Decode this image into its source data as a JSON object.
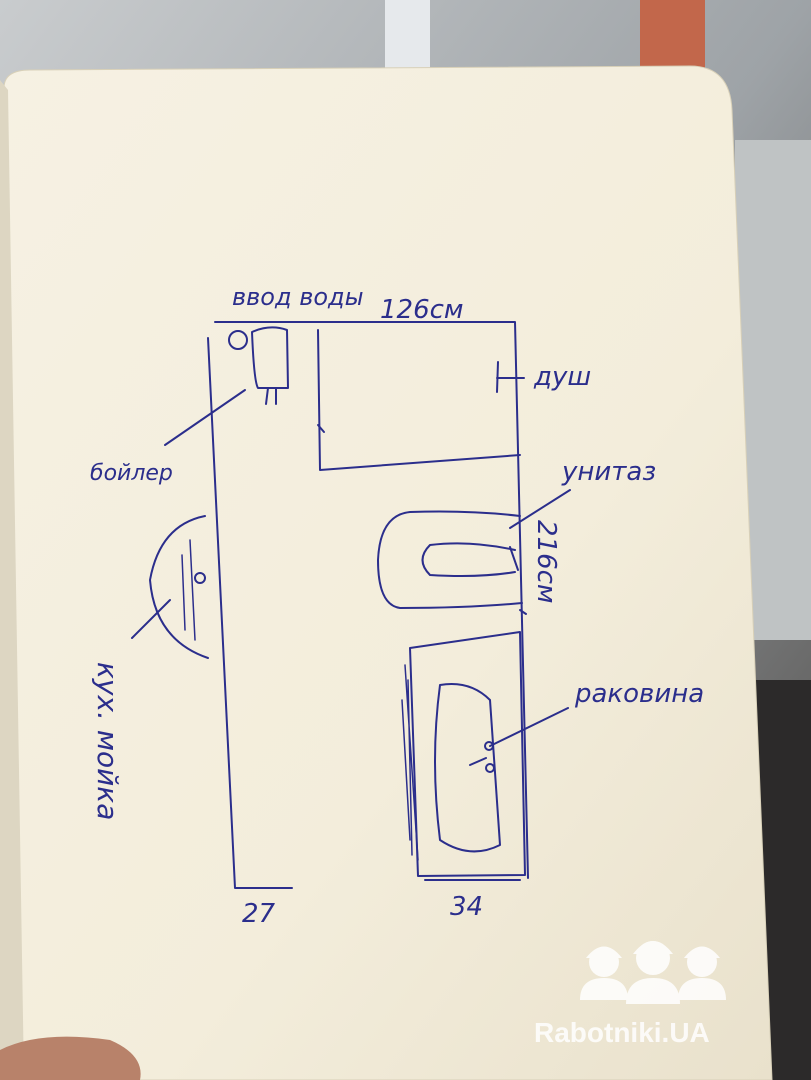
{
  "sketch": {
    "labels": {
      "water_inlet": "ввод воды",
      "top_width": "126см",
      "shower": "душ",
      "boiler": "бойлер",
      "toilet": "унитаз",
      "side_length": "216см",
      "sink": "раковина",
      "kitchen_sink": "кух. мойка",
      "bottom_left": "27",
      "bottom_right": "34"
    }
  },
  "watermark": {
    "text": "Rabotniki.UA",
    "logo_icon": "three-workers-helmets-icon"
  },
  "colors": {
    "ink": "#2b2e8c",
    "paper": "#f4efdf",
    "background": "#8d8f92"
  }
}
